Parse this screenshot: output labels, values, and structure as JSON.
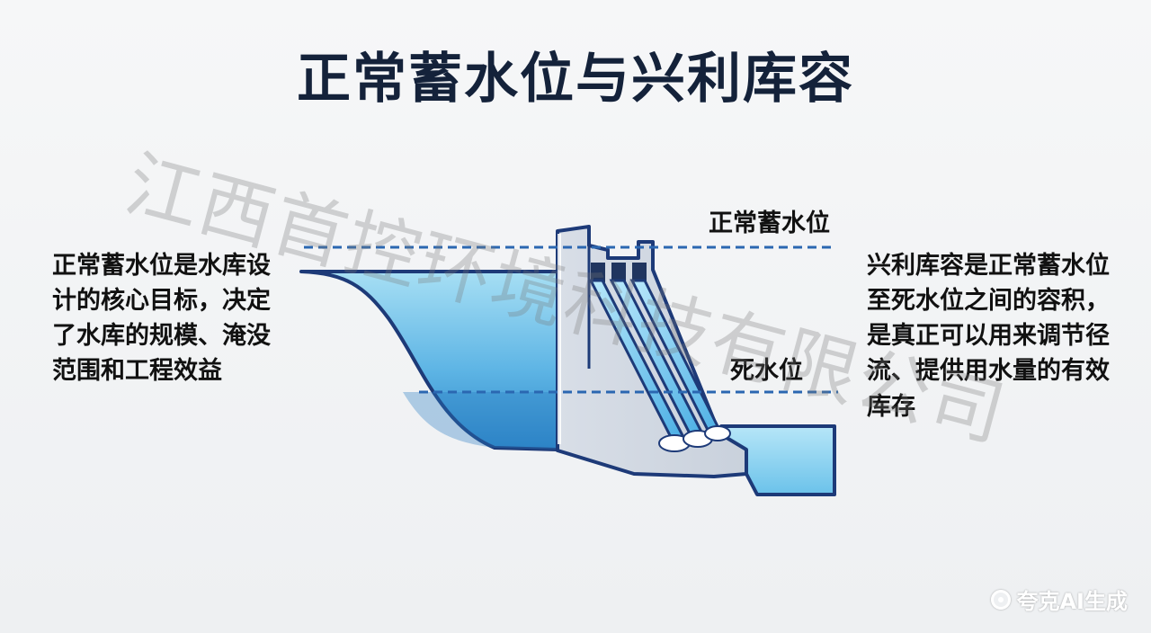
{
  "title": "正常蓄水位与兴利库容",
  "left_note": "正常蓄水位是水库设计的核心目标，决定了水库的规模、淹没范围和工程效益",
  "right_note": "兴利库容是正常蓄水位至死水位之间的容积，是真正可以用来调节径流、提供用水量的有效库存",
  "labels": {
    "normal_level": "正常蓄水位",
    "dead_level": "死水位"
  },
  "watermark": "江西首控环境科技有限公司",
  "badge": "夸克AI生成",
  "colors": {
    "title": "#14223a",
    "water_deep": "#2f8fd0",
    "water_light": "#8fd2f1",
    "dam": "#d7dde6",
    "outline": "#1d3a78",
    "dash": "#2b67b1"
  },
  "icons": {
    "badge_icon": "quark-icon"
  }
}
